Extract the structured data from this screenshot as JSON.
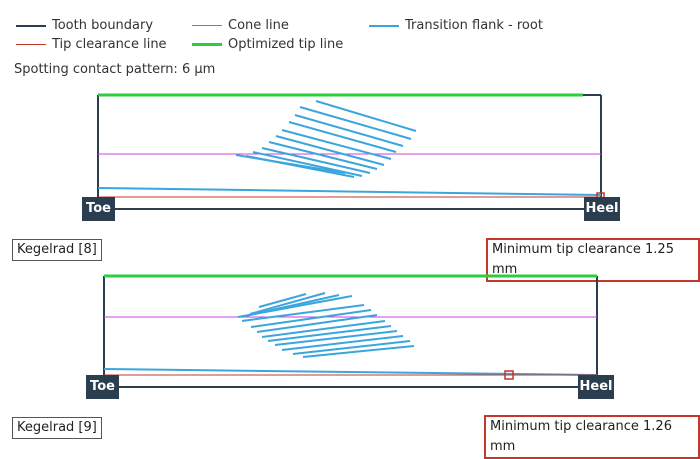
{
  "legend": {
    "items": [
      {
        "label": "Tooth boundary",
        "color": "#2b3e50"
      },
      {
        "label": "Cone line",
        "color": "#cc44dd"
      },
      {
        "label": "Transition flank - root",
        "color": "#3aa6dd"
      },
      {
        "label": "Tip clearance line",
        "color": "#c0392b"
      },
      {
        "label": "Optimized tip line",
        "color": "#2ecc40"
      }
    ]
  },
  "subtitle": "Spotting contact pattern: 6 µm",
  "panels": [
    {
      "gear_label": "Kegelrad [8]",
      "toe_label": "Toe",
      "heel_label": "Heel",
      "clearance_label": "Minimum tip clearance 1.25 mm"
    },
    {
      "gear_label": "Kegelrad [9]",
      "toe_label": "Toe",
      "heel_label": "Heel",
      "clearance_label": "Minimum tip clearance 1.26 mm"
    }
  ]
}
